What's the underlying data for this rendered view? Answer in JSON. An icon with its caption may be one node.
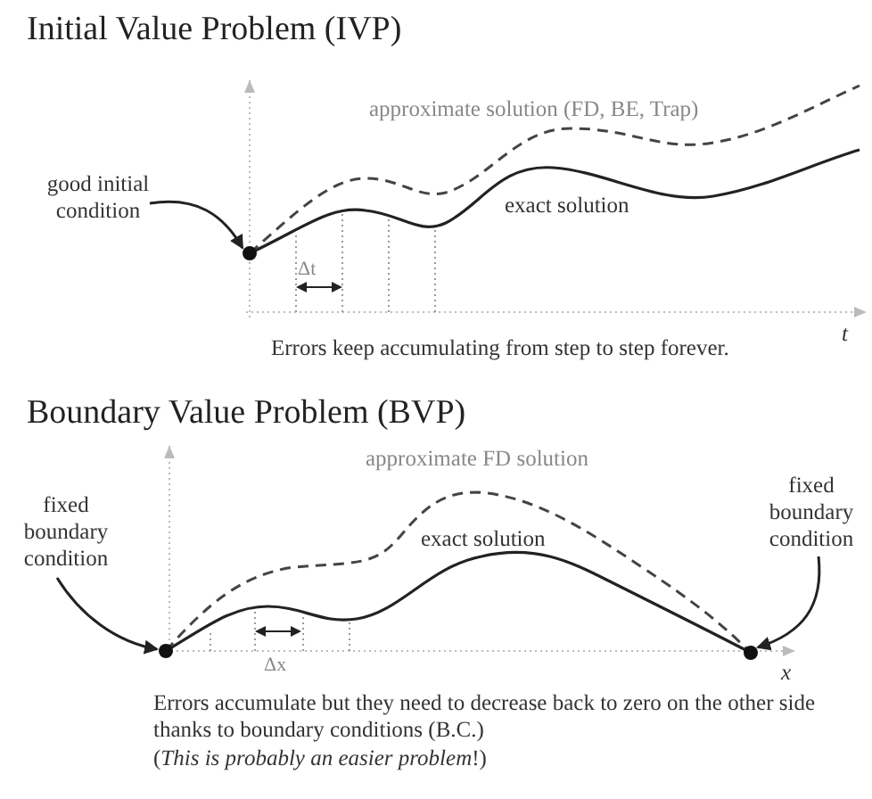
{
  "diagram": {
    "nodes": [
      {
        "text": [
          "good initial condition"
        ]
      },
      {
        "text": [],
        "shape": "circle"
      },
      {
        "text": [
          "fixed boundary condition"
        ]
      },
      {
        "text": [],
        "shape": "circle"
      },
      {
        "text": [
          "fixed boundary condition"
        ]
      },
      {
        "text": [],
        "shape": "circle"
      }
    ],
    "edges": [
      {
        "from": 0,
        "to": 1,
        "arrow": "to"
      },
      {
        "from": 2,
        "to": 3,
        "arrow": "to"
      },
      {
        "from": 4,
        "to": 5,
        "arrow": "to"
      }
    ],
    "labels": [
      "Initial Value Problem (IVP)",
      "approximate solution (FD, BE, Trap)",
      "exact solution",
      "Δt",
      "t",
      "Errors keep accumulating from step to step forever.",
      "Boundary Value Problem (BVP)",
      "approximate FD solution",
      "exact solution",
      "Δx",
      "x",
      "Errors accumulate but they need to decrease back to zero on the other side thanks to boundary conditions (B.C.)",
      "(*This is probably an easier problem*!)"
    ]
  }
}
